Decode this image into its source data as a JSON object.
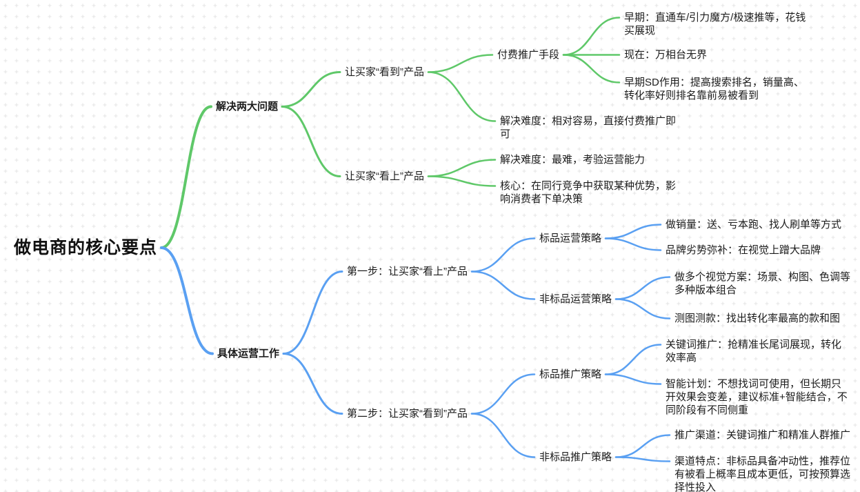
{
  "colors": {
    "green": "#5FC869",
    "blue": "#5AA0F2",
    "text": "#1b1b1b",
    "grid": "#e4e4e4"
  },
  "tree": {
    "label": "做电商的核心要点",
    "children": [
      {
        "label": "解决两大问题",
        "children": [
          {
            "label": "让买家“看到”产品",
            "children": [
              {
                "label": "付费推广手段",
                "children": [
                  {
                    "label": "早期：直通车/引力魔方/极速推等，花钱\n买展现"
                  },
                  {
                    "label": "现在：万相台无界"
                  },
                  {
                    "label": "早期SD作用：提高搜索排名，销量高、\n转化率好则排名靠前易被看到"
                  }
                ]
              },
              {
                "label": "解决难度：相对容易，直接付费推广即\n可"
              }
            ]
          },
          {
            "label": "让买家“看上”产品",
            "children": [
              {
                "label": "解决难度：最难，考验运营能力"
              },
              {
                "label": "核心：在同行竞争中获取某种优势，影\n响消费者下单决策"
              }
            ]
          }
        ]
      },
      {
        "label": "具体运营工作",
        "children": [
          {
            "label": "第一步：让买家“看上”产品",
            "children": [
              {
                "label": "标品运营策略",
                "children": [
                  {
                    "label": "做销量：送、亏本跑、找人刷单等方式"
                  },
                  {
                    "label": "品牌劣势弥补：在视觉上蹭大品牌"
                  }
                ]
              },
              {
                "label": "非标品运营策略",
                "children": [
                  {
                    "label": "做多个视觉方案：场景、构图、色调等\n多种版本组合"
                  },
                  {
                    "label": "测图测款：找出转化率最高的款和图"
                  }
                ]
              }
            ]
          },
          {
            "label": "第二步：让买家“看到”产品",
            "children": [
              {
                "label": "标品推广策略",
                "children": [
                  {
                    "label": "关键词推广：抢精准长尾词展现，转化\n效率高"
                  },
                  {
                    "label": "智能计划：不想找词可使用，但长期只\n开效果会变差，建议标准+智能结合，不\n同阶段有不同侧重"
                  }
                ]
              },
              {
                "label": "非标品推广策略",
                "children": [
                  {
                    "label": "推广渠道：关键词推广和精准人群推广"
                  },
                  {
                    "label": "渠道特点：非标品具备冲动性，推荐位\n有被看上概率且成本更低，可按预算选\n择性投入"
                  }
                ]
              }
            ]
          }
        ]
      }
    ]
  }
}
